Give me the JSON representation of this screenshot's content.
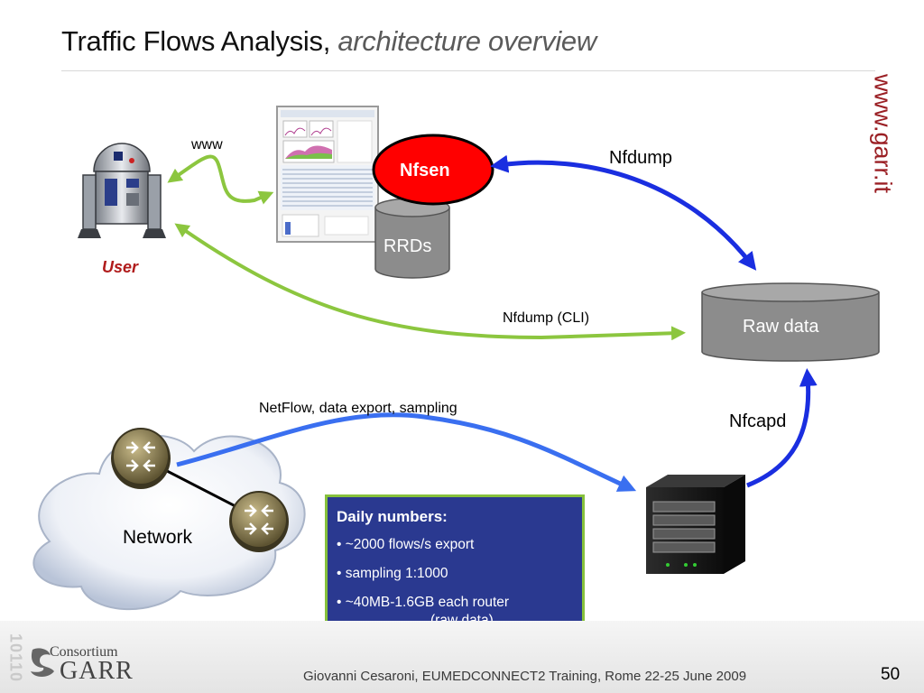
{
  "slide": {
    "title": "Traffic Flows Analysis,",
    "title_italic": "architecture overview",
    "site": "www.garr.it",
    "page_number": "50",
    "footer": "Giovanni Cesaroni, EUMEDCONNECT2 Training, Rome 22-25 June 2009"
  },
  "nodes": {
    "user": "User",
    "nfsen": "Nfsen",
    "rrds": "RRDs",
    "raw_data": "Raw data",
    "network": "Network"
  },
  "edges": {
    "www": "www",
    "nfdump": "Nfdump",
    "nfdump_cli": "Nfdump (CLI)",
    "netflow": "NetFlow, data export, sampling",
    "nfcapd": "Nfcapd"
  },
  "info_box": {
    "heading": "Daily numbers:",
    "line1": "• ~2000 flows/s export",
    "line2": "• sampling 1:1000",
    "line3": "• ~40MB-1.6GB each router",
    "line3_cont": "(raw data)"
  },
  "logo": {
    "line1": "Consortium",
    "line2": "GARR"
  },
  "decor": {
    "binary": "10110"
  },
  "colors": {
    "green_arrow": "#8cc63f",
    "blue_arrow": "#1a2ee0",
    "light_blue_arrow": "#3a6ff0",
    "nfsen_fill": "#ff0000",
    "cylinder_gray": "#8c8c8c",
    "box_fill": "#2a3990",
    "box_border": "#86c13c",
    "site_red": "#9a1f24"
  }
}
